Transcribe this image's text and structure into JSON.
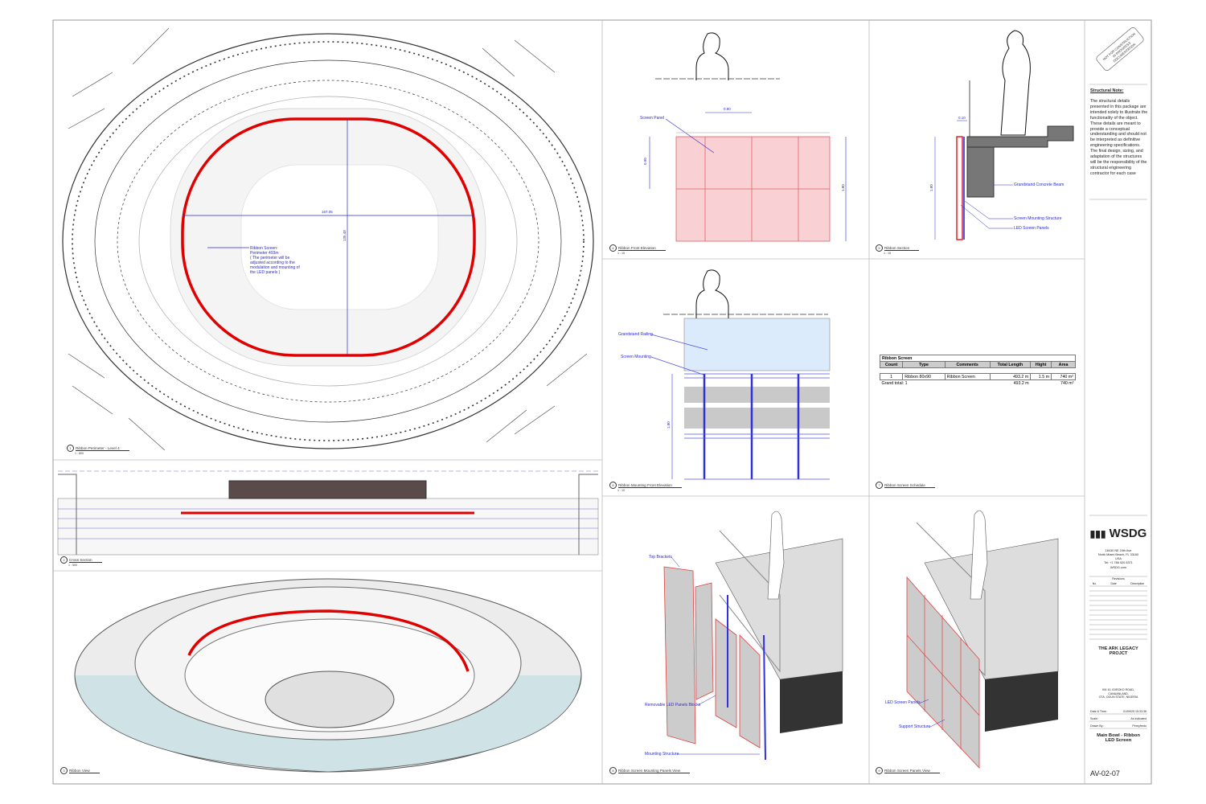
{
  "stamp": "NOT FOR CONSTRUCTION IN PROGRESS DOCUMENTATION",
  "structural_note": {
    "title": "Structural Note:",
    "body": "The structural details presented in this package are intended solely to illustrate the functionality of the object. These details are meant to provide a conceptual understanding and should not be interpreted as definitive engineering specifications. The final design, sizing, and adaptation of the structures will be the responsibility of the structural engineering contractor for each case"
  },
  "title_block": {
    "logo": "WSDG",
    "address": [
      "18430 NE 24th Ave",
      "North Miami Beach, FL 33160",
      "USA",
      "Tel: +1 786 520 8371",
      "WSDG.com"
    ],
    "revisions_title": "Revisions",
    "rev_cols": [
      "No.",
      "Date",
      "Description"
    ],
    "project": "THE ARK LEGACY PROJCT",
    "site": [
      "KM 10, IDIROKO ROAD,",
      "CANAANLAND,",
      "OTA, OGUN STATE, NIGERIA"
    ],
    "fields": [
      {
        "label": "Date & Time:",
        "value": "01/09/25 15:33:36"
      },
      {
        "label": "Scale:",
        "value": "As indicated"
      },
      {
        "label": "Drawn By:",
        "value": "Pereyfredo"
      }
    ],
    "sheet_title": "Main Bowl - Ribbon LED Screen",
    "sheet_number": "AV-02-07"
  },
  "views": [
    {
      "num": "1",
      "name": "Ribbon Perimeter - Level 4",
      "scale": "1 : 800"
    },
    {
      "num": "2",
      "name": "Cross Section",
      "scale": "1 : 500"
    },
    {
      "num": "3",
      "name": "Ribbon View",
      "scale": ""
    },
    {
      "num": "4",
      "name": "Ribbon Front Elevation",
      "scale": "1 : 15"
    },
    {
      "num": "5",
      "name": "Ribbon Section",
      "scale": "1 : 15"
    },
    {
      "num": "6",
      "name": "Ribbon Mounting Front Elevation",
      "scale": "1 : 10"
    },
    {
      "num": "7",
      "name": "Ribbon Screen Schedule",
      "scale": ""
    },
    {
      "num": "8",
      "name": "Ribbon Screen Mounting Panels View",
      "scale": ""
    },
    {
      "num": "9",
      "name": "Ribbon Screen Panels View",
      "scale": ""
    }
  ],
  "plan": {
    "dim_width": "167.05",
    "dim_height": "135.48",
    "note": [
      "Ribbon Screen:",
      "Perimeter 493m",
      "( The perimeter will be",
      "adjusted according to the",
      "modulation and mounting of",
      "the LED panels )"
    ]
  },
  "elevation": {
    "label": "Screen Panel",
    "dim_top": "0.80",
    "dim_left": "0.90",
    "dim_right": "1.80"
  },
  "section": {
    "dim_top": "0.10",
    "dim_left": "1.80",
    "labels": [
      "Grandstand Concrete Beam",
      "Screen Mounting Structure",
      "LED Screen Panels"
    ]
  },
  "mounting": {
    "labels": [
      "Grandstand Railing",
      "Screen Mounting"
    ],
    "dim": "1.80"
  },
  "panels_view_8": {
    "labels": [
      "Top Brackets",
      "Removable LED Panels Blocks",
      "Mounting Structure"
    ]
  },
  "panels_view_9": {
    "labels": [
      "LED Screen Panels",
      "Support Structure"
    ]
  },
  "schedule": {
    "title": "Ribbon Screen",
    "headers": [
      "Count",
      "Type",
      "Comments",
      "Total Length",
      "Hight",
      "Area"
    ],
    "row": [
      "1",
      "Ribbon 80x90",
      "Ribbon Screen",
      "493.2 m",
      "1.5 m",
      "740 m²"
    ],
    "total_label": "Grand total: 1",
    "total_length": "493.2 m",
    "total_area": "740 m²"
  },
  "colors": {
    "ribbon": "#e00000",
    "dimension": "#2a2ad0",
    "panel_fill": "#f9d0d4",
    "glass_fill": "#dcebfb"
  }
}
